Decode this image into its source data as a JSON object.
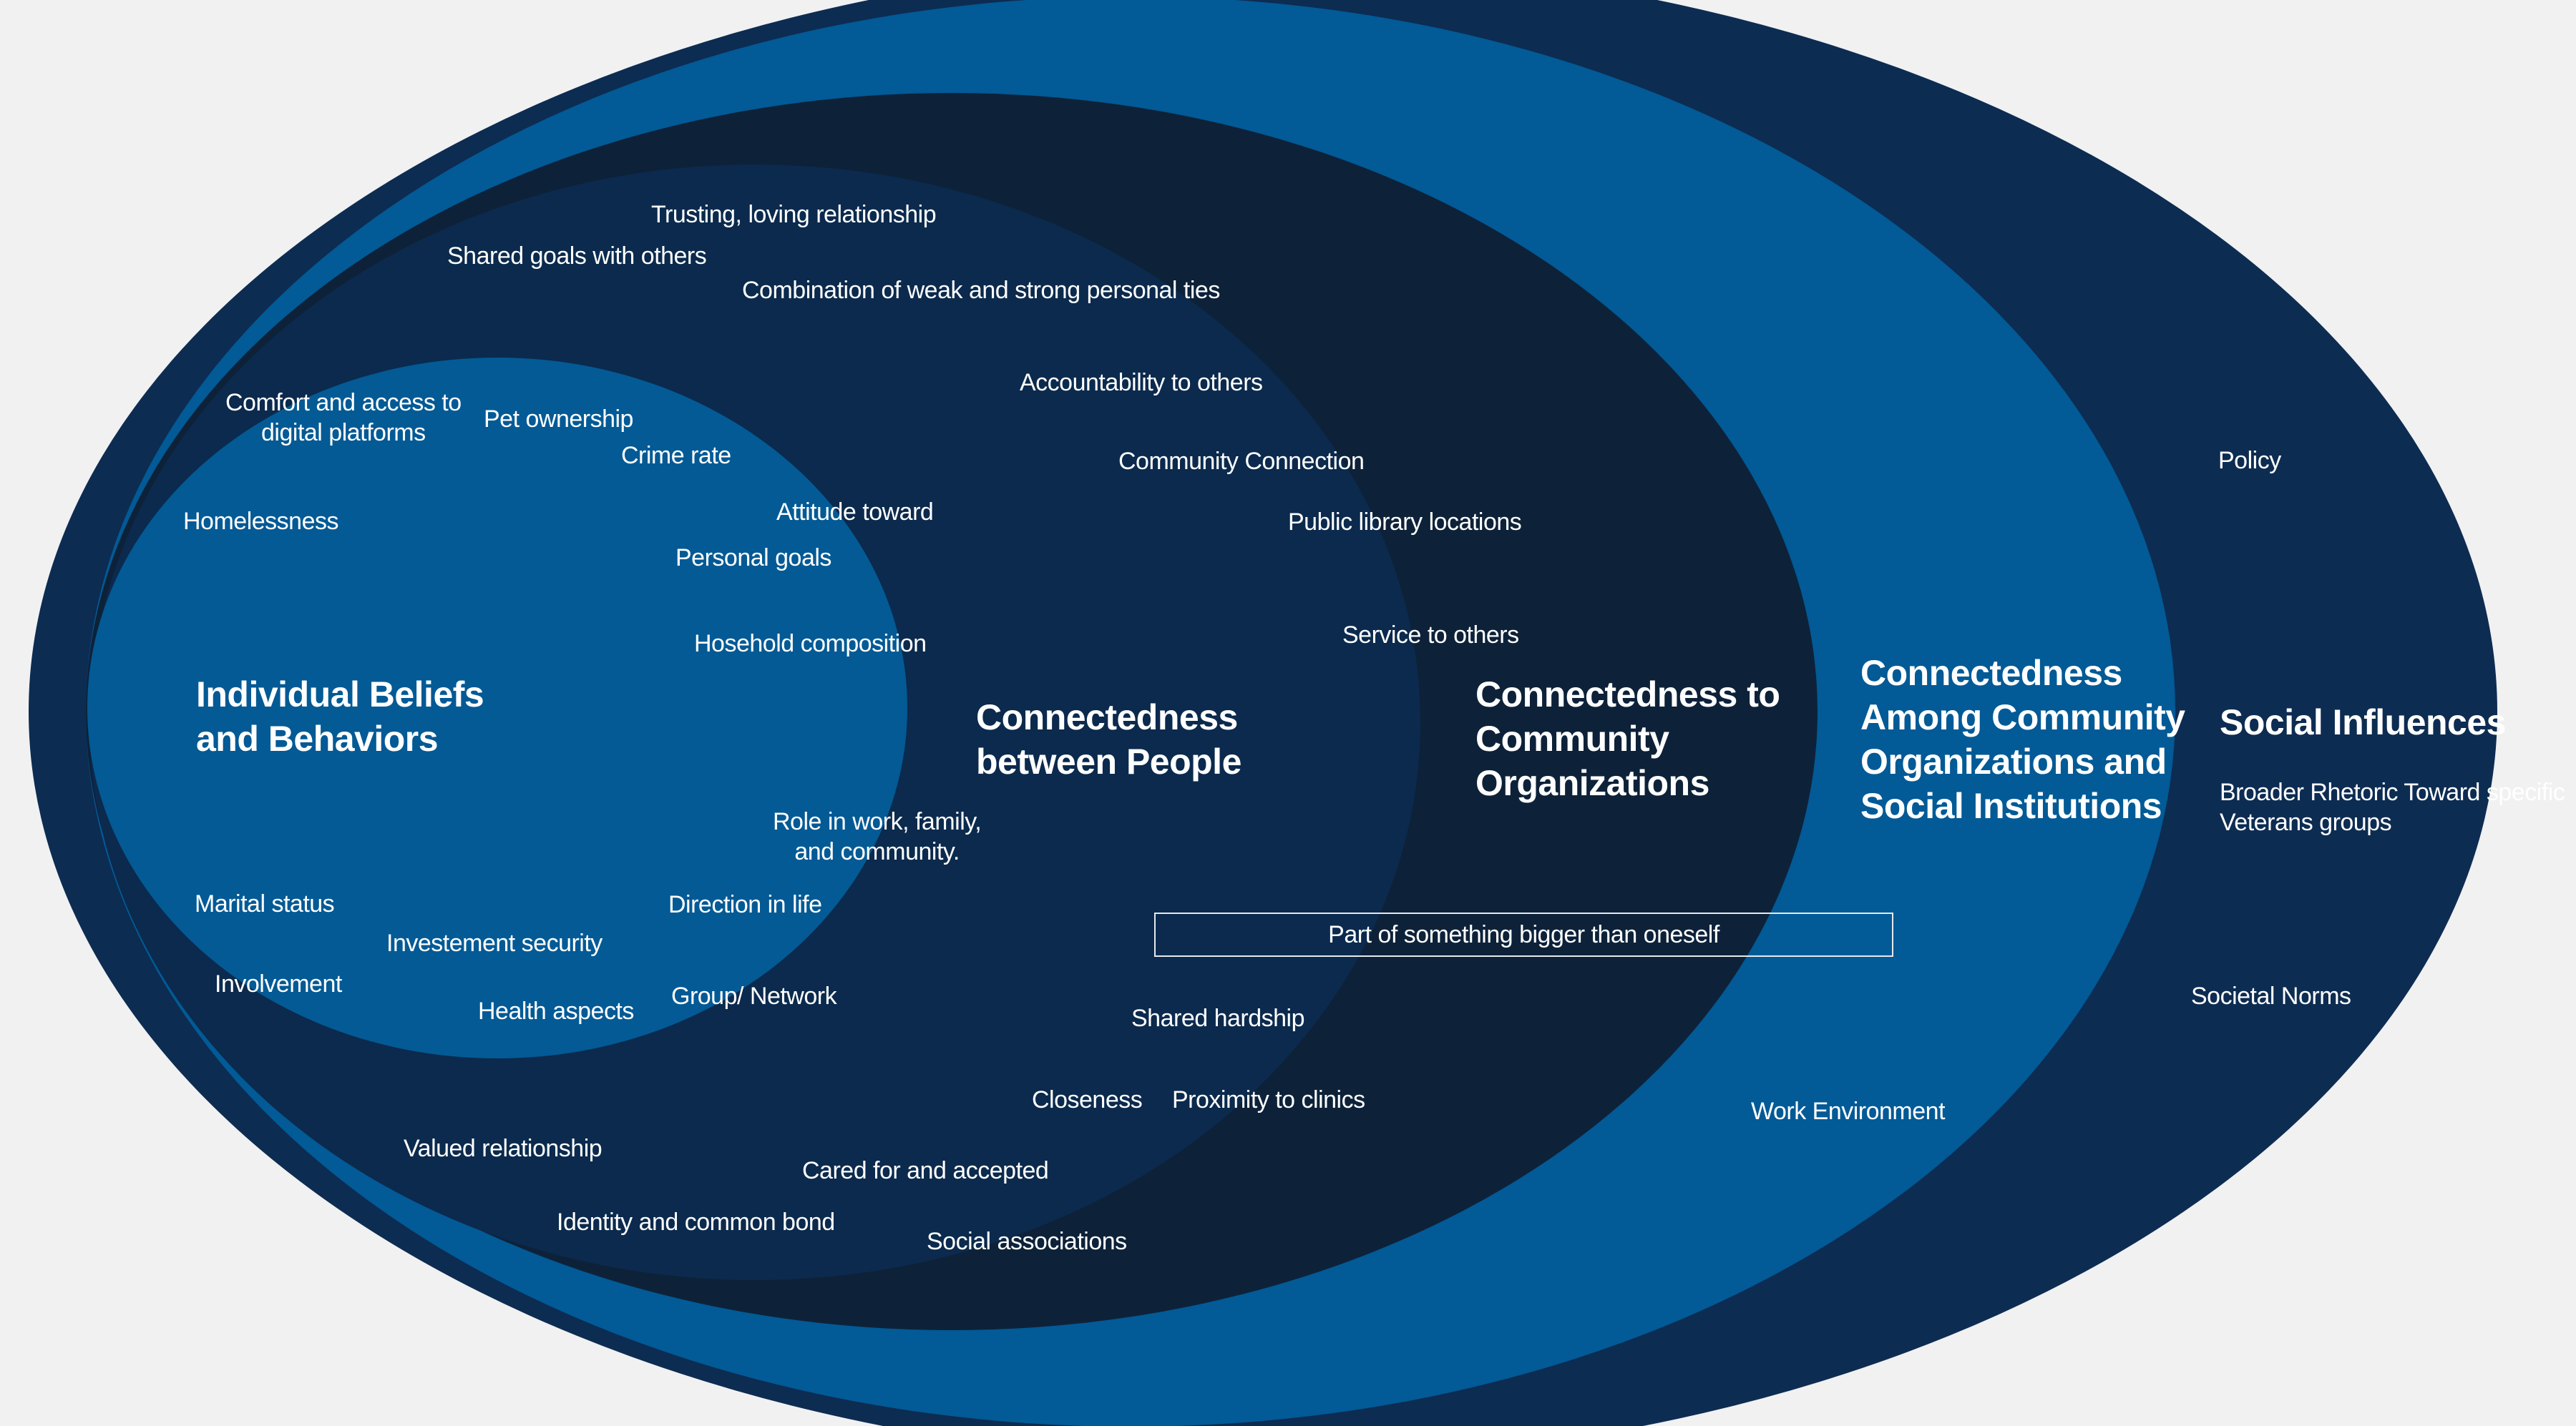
{
  "colors": {
    "background": "#f1f1f2",
    "ring_societal": "#0d2c52",
    "ring_institutions": "#025a96",
    "ring_community": "#0d2239",
    "ring_people": "#0b2a4d",
    "ring_individual": "#035a95",
    "text": "#ffffff",
    "box_border": "#e6e9ef"
  },
  "headings": {
    "individual": "Individual Beliefs\nand Behaviors",
    "people": "Connectedness\nbetween People",
    "community": "Connectedness to\nCommunity\nOrganizations",
    "institutions": "Connectedness\nAmong Community\nOrganizations and\nSocial Institutions",
    "societal": "Social Influences"
  },
  "labels": {
    "trusting": "Trusting, loving relationship",
    "shared_goals": "Shared goals with others",
    "weak_strong": "Combination of weak and strong personal ties",
    "comfort_digital": "Comfort and access to\ndigital platforms",
    "pet": "Pet ownership",
    "crime": "Crime rate",
    "accountability": "Accountability to others",
    "community_connection": "Community Connection",
    "homelessness": "Homelessness",
    "attitude": "Attitude toward",
    "public_library": "Public library locations",
    "personal_goals": "Personal goals",
    "household": "Hosehold composition",
    "service": "Service to others",
    "role": "Role in work, family,\nand community.",
    "marital": "Marital status",
    "direction": "Direction in life",
    "investment": "Investement security",
    "involvement": "Involvement",
    "group": "Group/ Network",
    "health": "Health aspects",
    "shared_hardship": "Shared hardship",
    "closeness": "Closeness",
    "proximity": "Proximity to clinics",
    "valued": "Valued relationship",
    "cared": "Cared for and accepted",
    "identity": "Identity and common bond",
    "social_assoc": "Social associations",
    "work_env": "Work Environment",
    "policy": "Policy",
    "rhetoric": "Broader Rhetoric Toward specific\nVeterans groups",
    "societal_norms": "Societal Norms",
    "bigger": "Part of something bigger than oneself"
  }
}
